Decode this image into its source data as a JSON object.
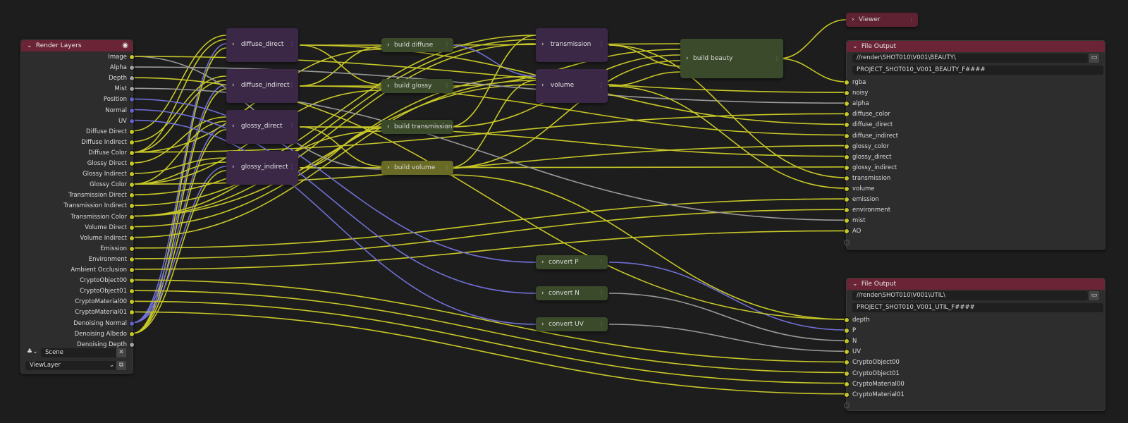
{
  "render_layers": {
    "title": "Render Layers",
    "outputs": [
      "Image",
      "Alpha",
      "Depth",
      "Mist",
      "Position",
      "Normal",
      "UV",
      "Diffuse Direct",
      "Diffuse Indirect",
      "Diffuse Color",
      "Glossy Direct",
      "Glossy Indirect",
      "Glossy Color",
      "Transmission Direct",
      "Transmission Indirect",
      "Transmission Color",
      "Volume Direct",
      "Volume Indirect",
      "Emission",
      "Environment",
      "Ambient Occlusion",
      "CryptoObject00",
      "CryptoObject01",
      "CryptoMaterial00",
      "CryptoMaterial01",
      "Denoising Normal",
      "Denoising Albedo",
      "Denoising Depth"
    ],
    "scene": "Scene",
    "view_layer": "ViewLayer"
  },
  "groups": {
    "diffuse_direct": "diffuse_direct",
    "diffuse_indirect": "diffuse_indirect",
    "glossy_direct": "glossy_direct",
    "glossy_indirect": "glossy_indirect",
    "transmission": "transmission",
    "volume": "volume"
  },
  "builders": {
    "build_diffuse": "build diffuse",
    "build_glossy": "build glossy",
    "build_transmission": "build transmission",
    "build_volume": "build volume",
    "build_beauty": "build beauty"
  },
  "converters": {
    "convert_p": "convert P",
    "convert_n": "convert N",
    "convert_uv": "convert UV"
  },
  "viewer": {
    "title": "Viewer"
  },
  "file_output_beauty": {
    "title": "File Output",
    "path": "//render\\SHOT010\\V001\\BEAUTY\\",
    "file": "PROJECT_SHOT010_V001_BEAUTY_F####",
    "inputs": [
      "rgba",
      "noisy",
      "alpha",
      "diffuse_color",
      "diffuse_direct",
      "diffuse_indirect",
      "glossy_color",
      "glossy_direct",
      "glossy_indirect",
      "transmission",
      "volume",
      "emission",
      "environment",
      "mist",
      "AO"
    ]
  },
  "file_output_util": {
    "title": "File Output",
    "path": "//render\\SHOT010\\V001\\UTIL\\",
    "file": "PROJECT_SHOT010_V001_UTIL_F####",
    "inputs": [
      "depth",
      "P",
      "N",
      "UV",
      "CryptoObject00",
      "CryptoObject01",
      "CryptoMaterial00",
      "CryptoMaterial01"
    ]
  },
  "colors": {
    "float_socket": "#c7c729",
    "gray_socket": "#a1a1a1",
    "vector_socket": "#6363c7",
    "render_header": "#6b2436",
    "group_node": "#3b2746",
    "builder_node": "#3a4a2a"
  }
}
